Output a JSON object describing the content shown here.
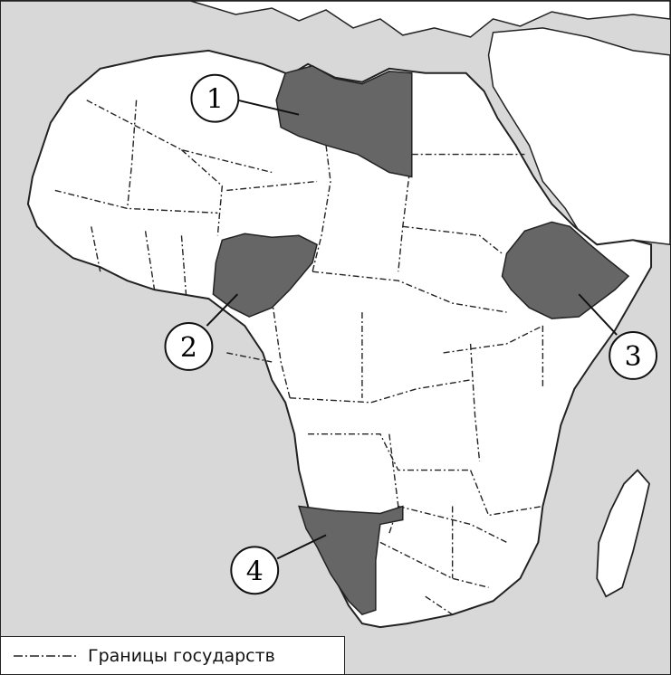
{
  "colors": {
    "sea": "#d8d8d8",
    "land": "#ffffff",
    "highlight": "#666666",
    "line": "#222222"
  },
  "callouts": [
    {
      "label": "1"
    },
    {
      "label": "2"
    },
    {
      "label": "3"
    },
    {
      "label": "4"
    }
  ],
  "legend": {
    "text": "Границы государств",
    "symbol": "dash-dot-line"
  }
}
